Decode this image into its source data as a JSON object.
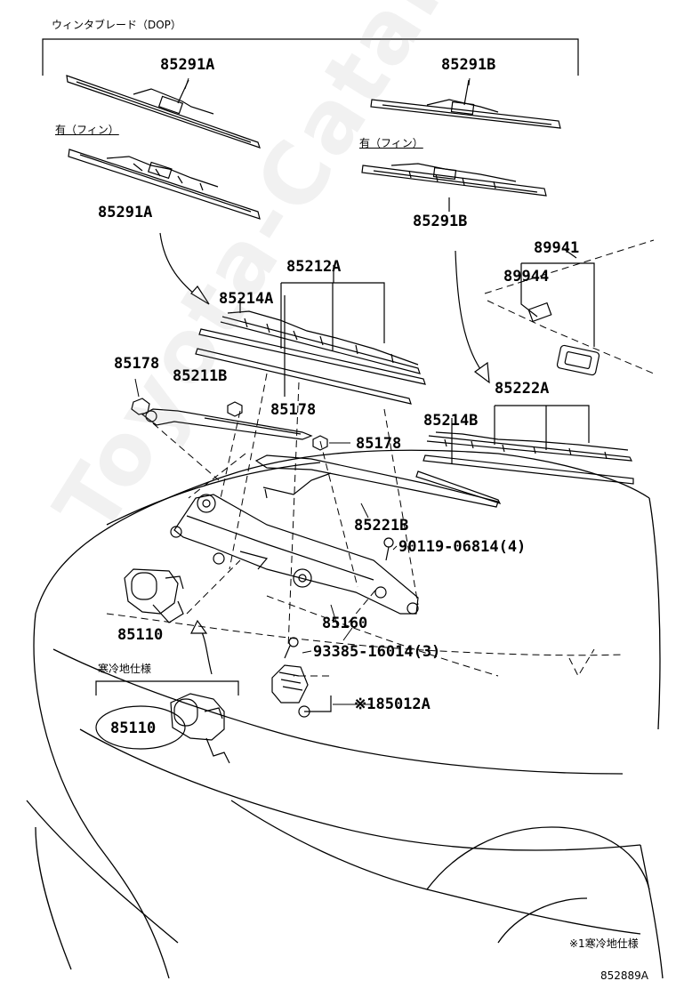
{
  "diagram": {
    "top_label": "ウィンタブレード（DOP）",
    "fin_label_left": "有（フィン）",
    "fin_label_right": "有（フィン）",
    "cold_spec_label": "寒冷地仕様",
    "footnote": "※1寒冷地仕様",
    "diagram_code": "852889A",
    "watermark": "Toyota-Catalogs.ru",
    "parts": {
      "p85291A_top": "85291A",
      "p85291B_top": "85291B",
      "p85291A_fin": "85291A",
      "p85291B_fin": "85291B",
      "p89941": "89941",
      "p89944": "89944",
      "p85212A": "85212A",
      "p85214A": "85214A",
      "p85178_left": "85178",
      "p85211B": "85211B",
      "p85178_mid": "85178",
      "p85178_right": "85178",
      "p85222A": "85222A",
      "p85214B": "85214B",
      "p85221B": "85221B",
      "p90119": "90119-06814(4)",
      "p85160": "85160",
      "p85110_main": "85110",
      "p93385": "93385-16014(3)",
      "p85012A": "※185012A",
      "p85110_cold": "85110"
    }
  }
}
